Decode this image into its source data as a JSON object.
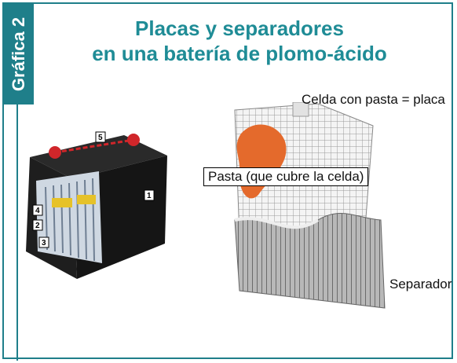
{
  "figure": {
    "tab_label": "Gráfica 2",
    "title_line1": "Placas y separadores",
    "title_line2": "en una batería de plomo-ácido",
    "label_cell_with_paste": "Celda con pasta = placa",
    "label_paste": "Pasta (que cubre la celda)",
    "label_separator": "Separador",
    "battery_markers": [
      "1",
      "2",
      "3",
      "4",
      "5"
    ]
  },
  "colors": {
    "accent": "#1f7f8a",
    "title": "#1f8c96",
    "paste": "#e46a2c",
    "battery_red": "#d0262a"
  }
}
